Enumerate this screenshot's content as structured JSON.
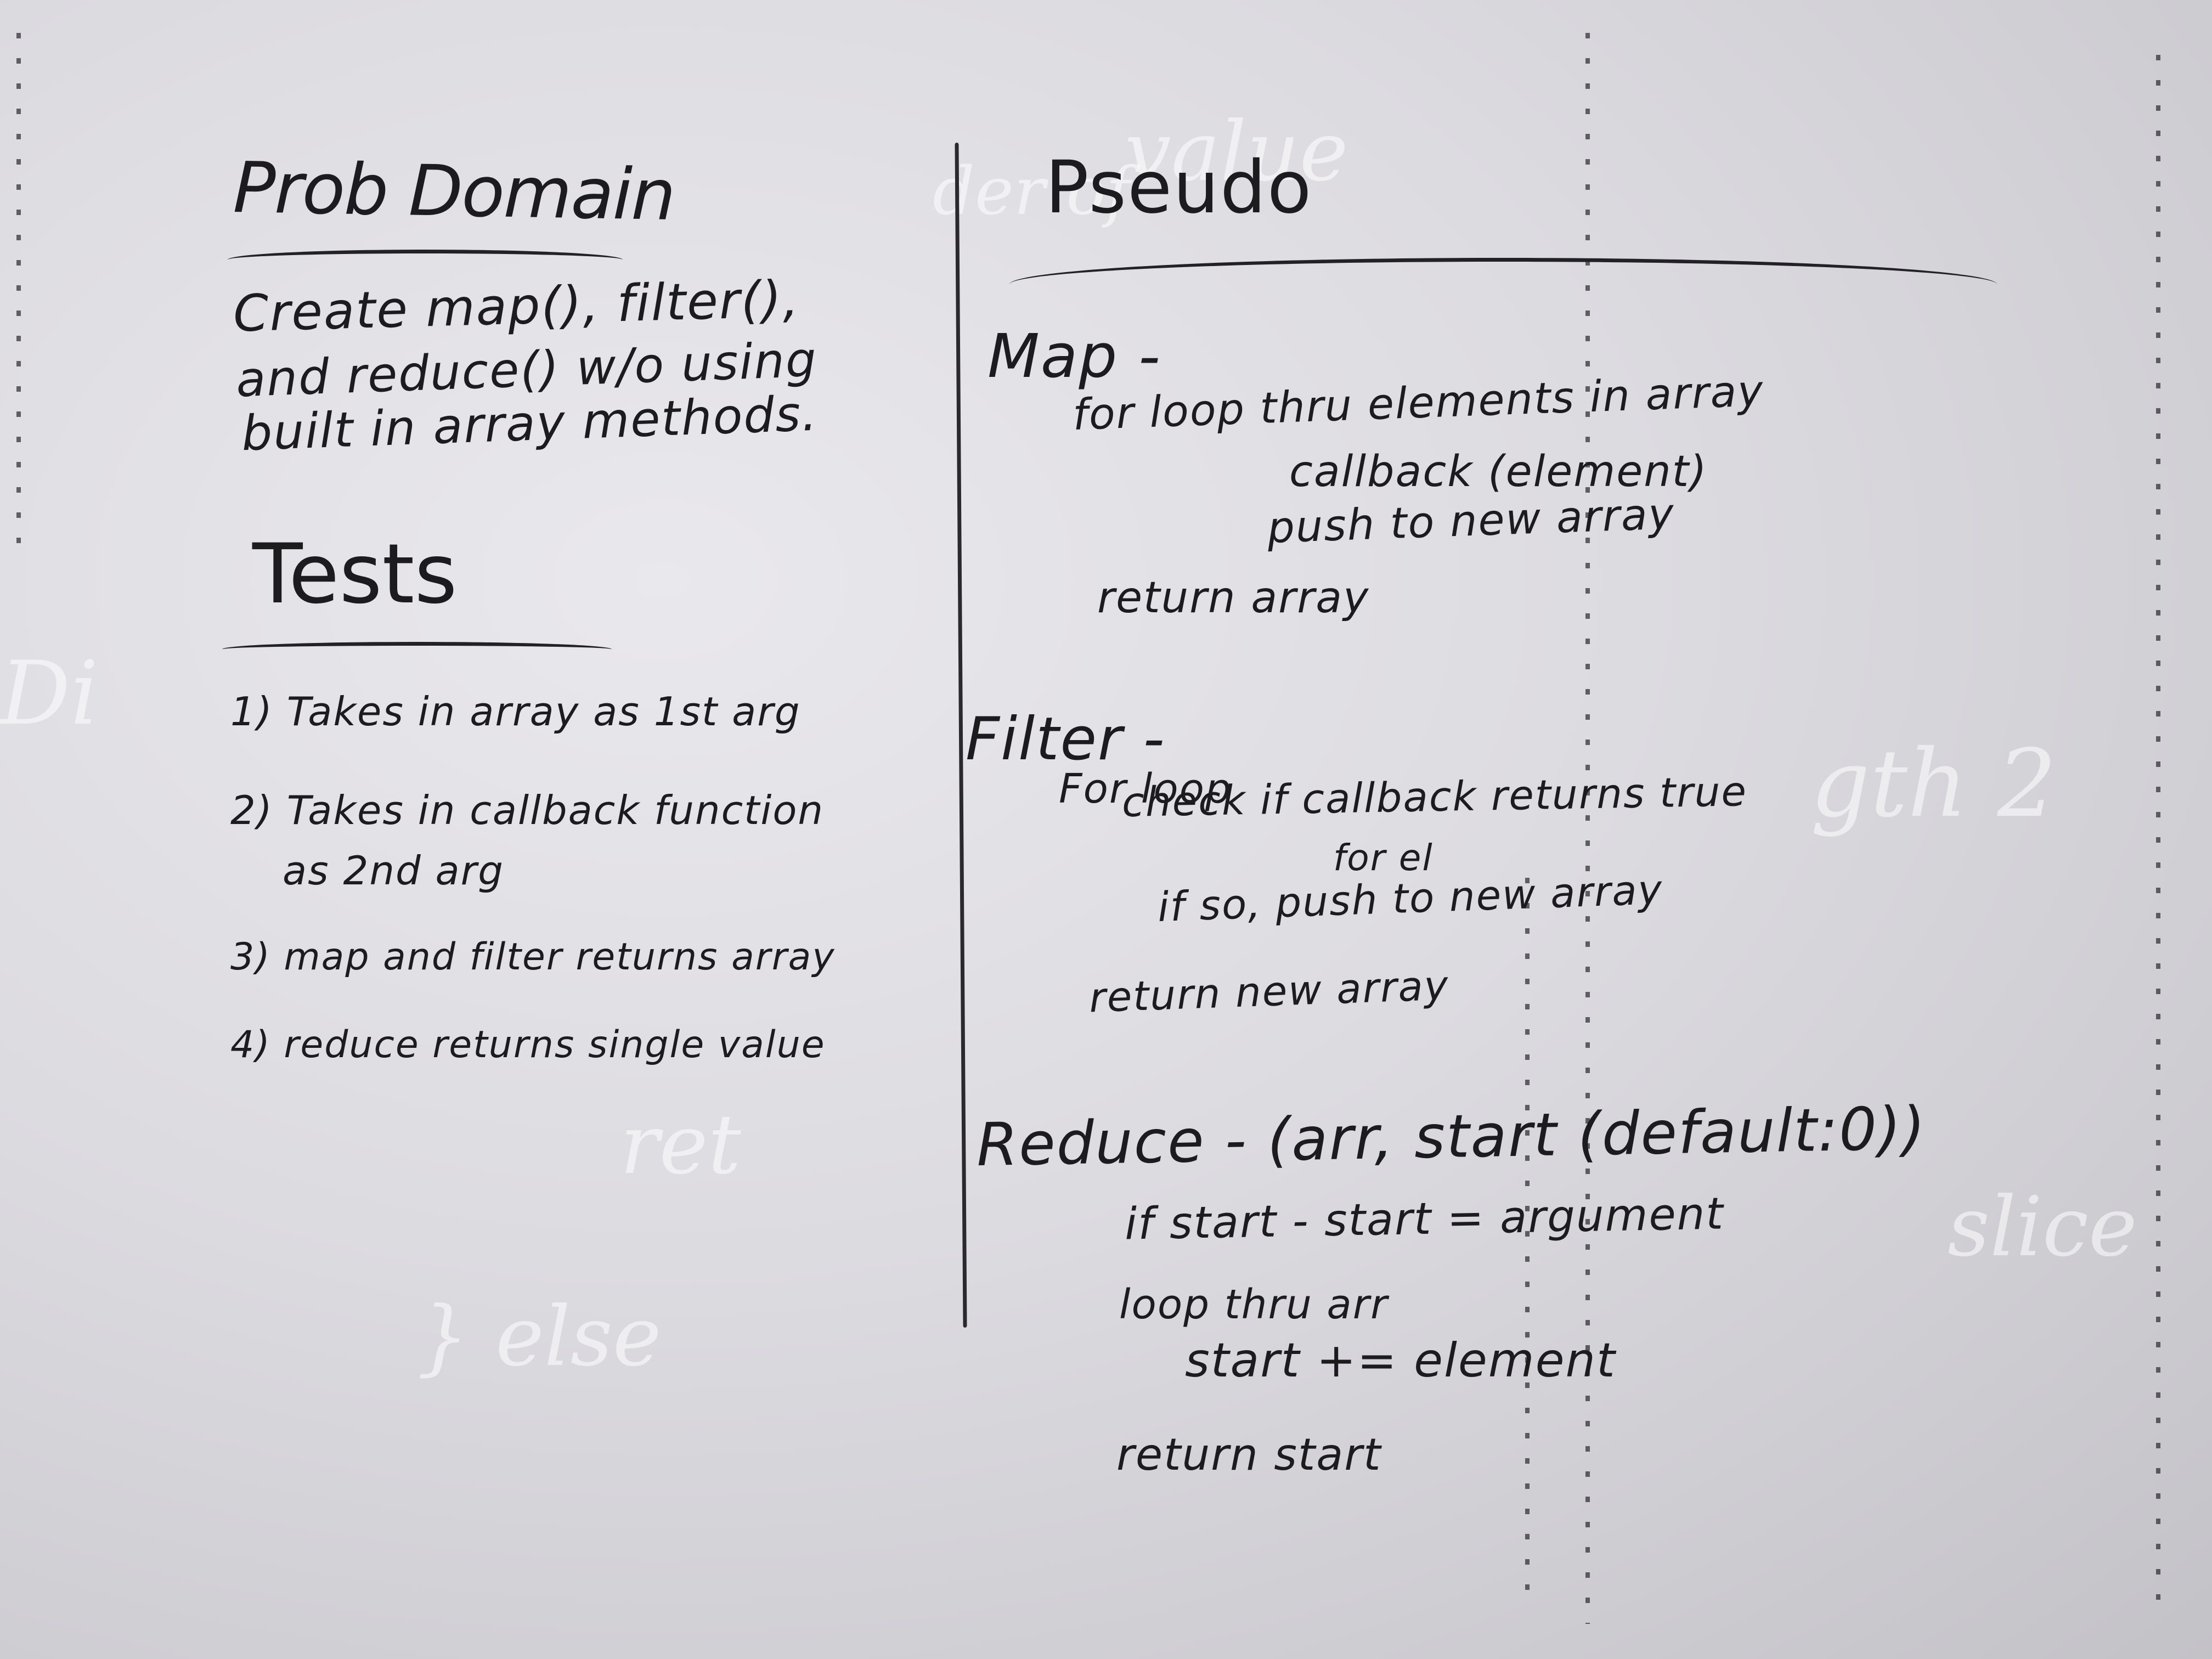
{
  "left": {
    "prob_domain_heading": "Prob Domain",
    "prob_domain_lines": [
      "Create map(), filter(),",
      "and reduce() w/o using",
      "built in array methods."
    ],
    "tests_heading": "Tests",
    "tests": [
      "1) Takes in array as 1st arg",
      "2) Takes in callback function",
      "as 2nd arg",
      "3) map and filter returns array",
      "4) reduce returns single value"
    ]
  },
  "right": {
    "pseudo_heading": "Pseudo",
    "map_heading": "Map -",
    "map_lines": [
      "for loop thru elements in array",
      "callback (element)",
      "push to new array",
      "return array"
    ],
    "filter_heading": "Filter -",
    "filter_lines": [
      "For loop",
      "check if callback returns true",
      "for el",
      "if so, push to new array",
      "return new array"
    ],
    "reduce_heading": "Reduce - (arr, start (default:0))",
    "reduce_lines": [
      "if start - start = argument",
      "loop thru arr",
      "start += element",
      "return start"
    ]
  }
}
